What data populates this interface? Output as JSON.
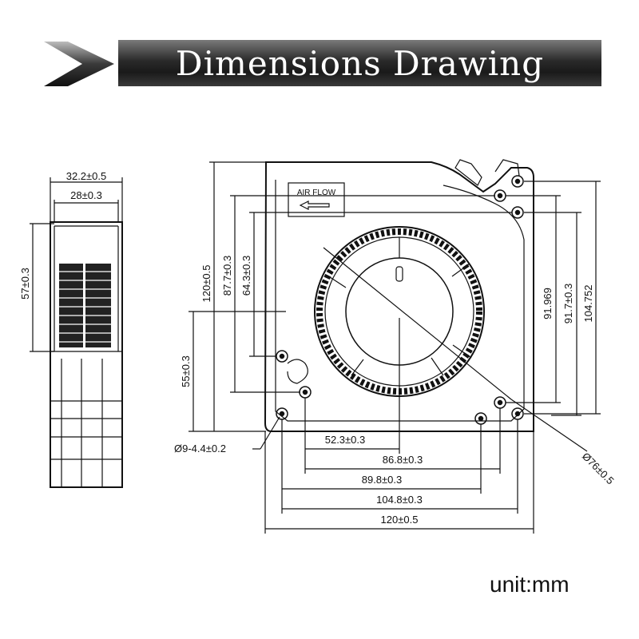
{
  "title": "Dimensions Drawing",
  "unit_label": "unit:mm",
  "airflow_label": "AIR FLOW",
  "side_view": {
    "dims": [
      "32.2±0.5",
      "28±0.3",
      "57±0.3"
    ]
  },
  "front_view": {
    "left_dims": [
      "120±0.5",
      "87.7±0.3",
      "64.3±0.3",
      "55±0.3"
    ],
    "right_dims": [
      "91.969",
      "91.7±0.3",
      "104.752"
    ],
    "bottom_dims": [
      "52.3±0.3",
      "86.8±0.3",
      "89.8±0.3",
      "104.8±0.3",
      "120±0.5"
    ],
    "hole_label": "Ø9-4.4±0.2",
    "diameter_label": "Ø76±0.5"
  }
}
